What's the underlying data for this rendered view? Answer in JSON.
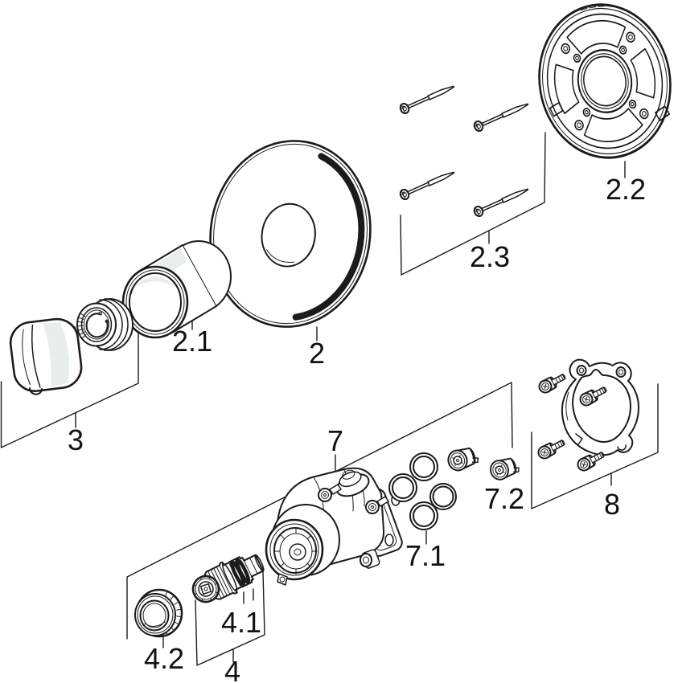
{
  "diagram": {
    "kind": "exploded-parts-diagram",
    "colors": {
      "line": "#1b1b1b",
      "background": "#ffffff",
      "shade": "#e9eded"
    },
    "labels": {
      "p2": "2",
      "p2_1": "2.1",
      "p2_2": "2.2",
      "p2_3": "2.3",
      "p3": "3",
      "p4": "4",
      "p4_1": "4.1",
      "p4_2": "4.2",
      "p7": "7",
      "p7_1": "7.1",
      "p7_2": "7.2",
      "p8": "8"
    },
    "quantities_shown": {
      "screws_group_2_3": 4,
      "o_rings_group_7_1": 4,
      "plugs_group_7_2": 2,
      "screws_group_8": 4
    }
  }
}
